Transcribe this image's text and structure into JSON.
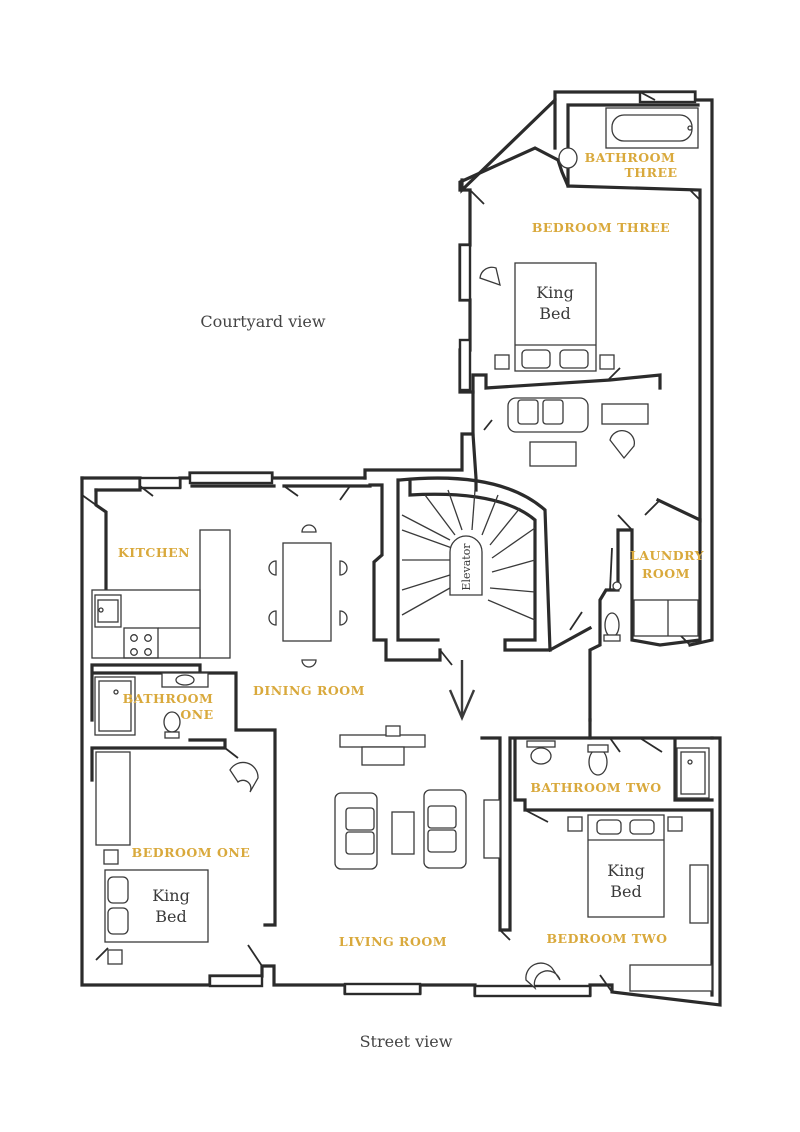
{
  "views": {
    "courtyard": "Courtyard view",
    "street": "Street view"
  },
  "rooms": {
    "kitchen": "KITCHEN",
    "dining_room": "DINING ROOM",
    "bathroom_one_l1": "BATHROOM",
    "bathroom_one_l2": "ONE",
    "bedroom_one": "BEDROOM ONE",
    "living_room": "LIVING ROOM",
    "bathroom_two": "BATHROOM TWO",
    "bedroom_two": "BEDROOM TWO",
    "laundry_l1": "LAUNDRY",
    "laundry_l2": "ROOM",
    "bedroom_three": "BEDROOM THREE",
    "bathroom_three_l1": "BATHROOM",
    "bathroom_three_l2": "THREE"
  },
  "beds": {
    "line1": "King",
    "line2": "Bed"
  },
  "elevator": "Elevator",
  "colors": {
    "room_label": "#d9a93c",
    "walls": "#2b2b2b"
  }
}
